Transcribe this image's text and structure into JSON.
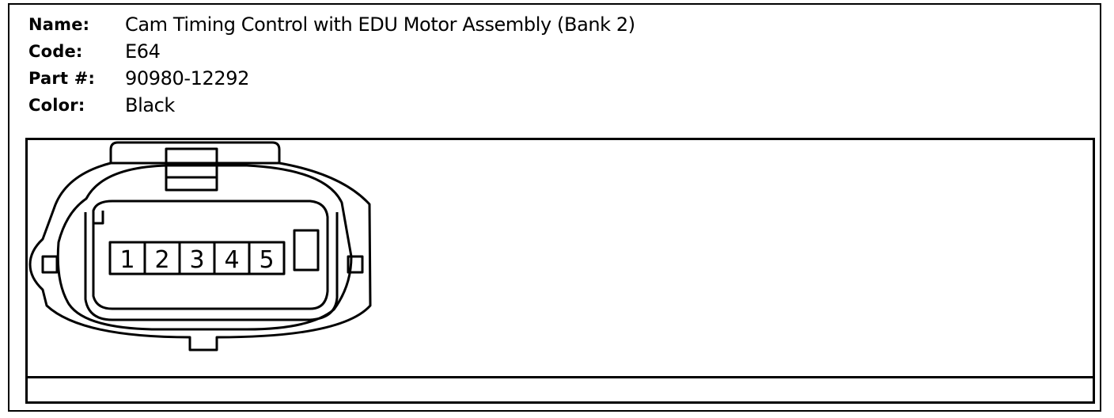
{
  "info": {
    "name_label": "Name:",
    "name_value": "Cam Timing Control with EDU Motor Assembly (Bank 2)",
    "code_label": "Code:",
    "code_value": "E64",
    "part_label": "Part #:",
    "part_value": "90980-12292",
    "color_label": "Color:",
    "color_value": "Black"
  },
  "connector": {
    "pins": [
      "1",
      "2",
      "3",
      "4",
      "5"
    ]
  }
}
